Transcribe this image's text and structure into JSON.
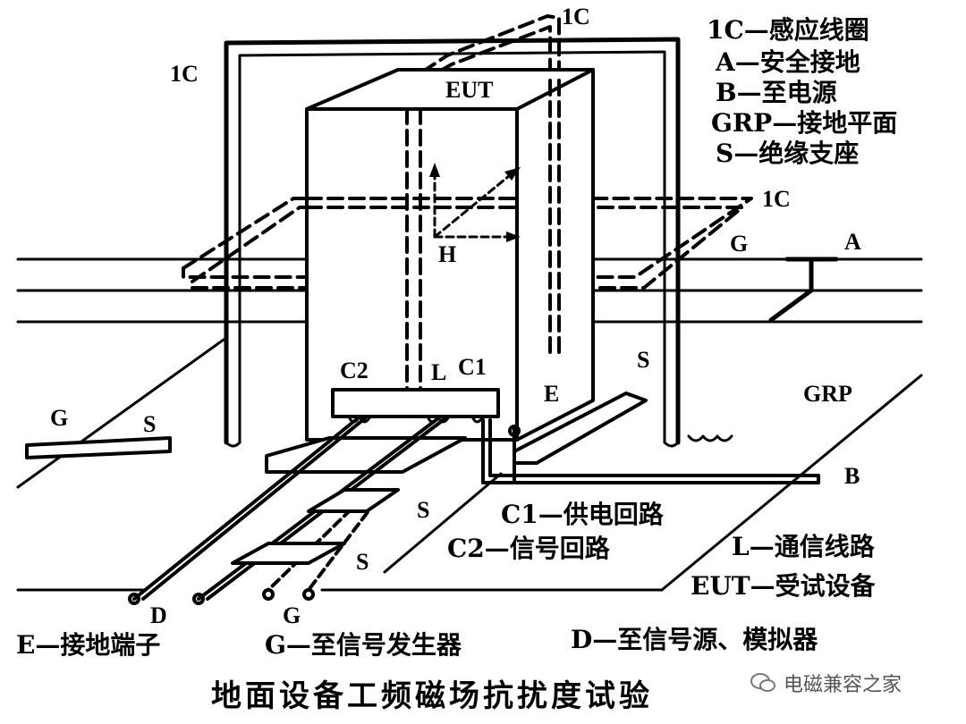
{
  "labels": {
    "ic_top": "1C",
    "ic_left": "1C",
    "ic_right": "1C",
    "eut": "EUT",
    "h": "H",
    "c2": "C2",
    "l": "L",
    "c1": "C1",
    "e": "E",
    "s_right": "S",
    "s_left": "S",
    "s_cable1": "S",
    "s_cable2": "S",
    "g_left": "G",
    "g_right": "G",
    "g_bottom": "G",
    "a": "A",
    "b": "B",
    "grp": "GRP",
    "d": "D"
  },
  "legend_right": [
    "1C—感应线圈",
    "A—安全接地",
    "B—至电源",
    "GRP—接地平面",
    "S—绝缘支座"
  ],
  "legend_mid": [
    "C1—供电回路",
    "C2—信号回路"
  ],
  "legend_mid_right": [
    "L—通信线路",
    "EUT—受试设备"
  ],
  "legend_bottom": [
    "E—接地端子",
    "G—至信号发生器",
    "D—至信号源、模拟器"
  ],
  "caption": "地面设备工频磁场抗扰度试验",
  "watermark": "电磁兼容之家"
}
